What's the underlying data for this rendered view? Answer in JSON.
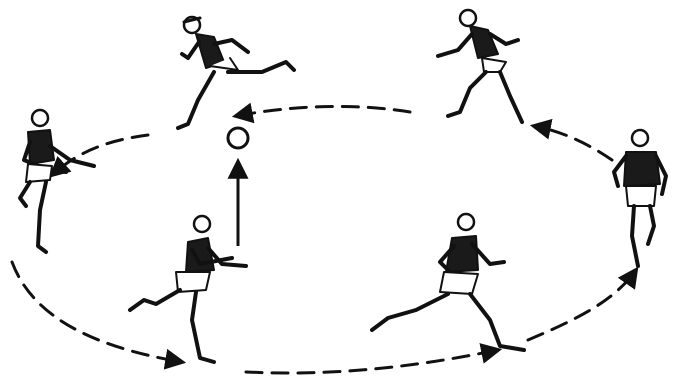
{
  "illustration": {
    "ink_color": "#111111",
    "paper_color": "#ffffff",
    "runner_count": 6,
    "ball_count": 1,
    "circle_direction": "counterclockwise",
    "ball_motion": "tossed upward"
  }
}
